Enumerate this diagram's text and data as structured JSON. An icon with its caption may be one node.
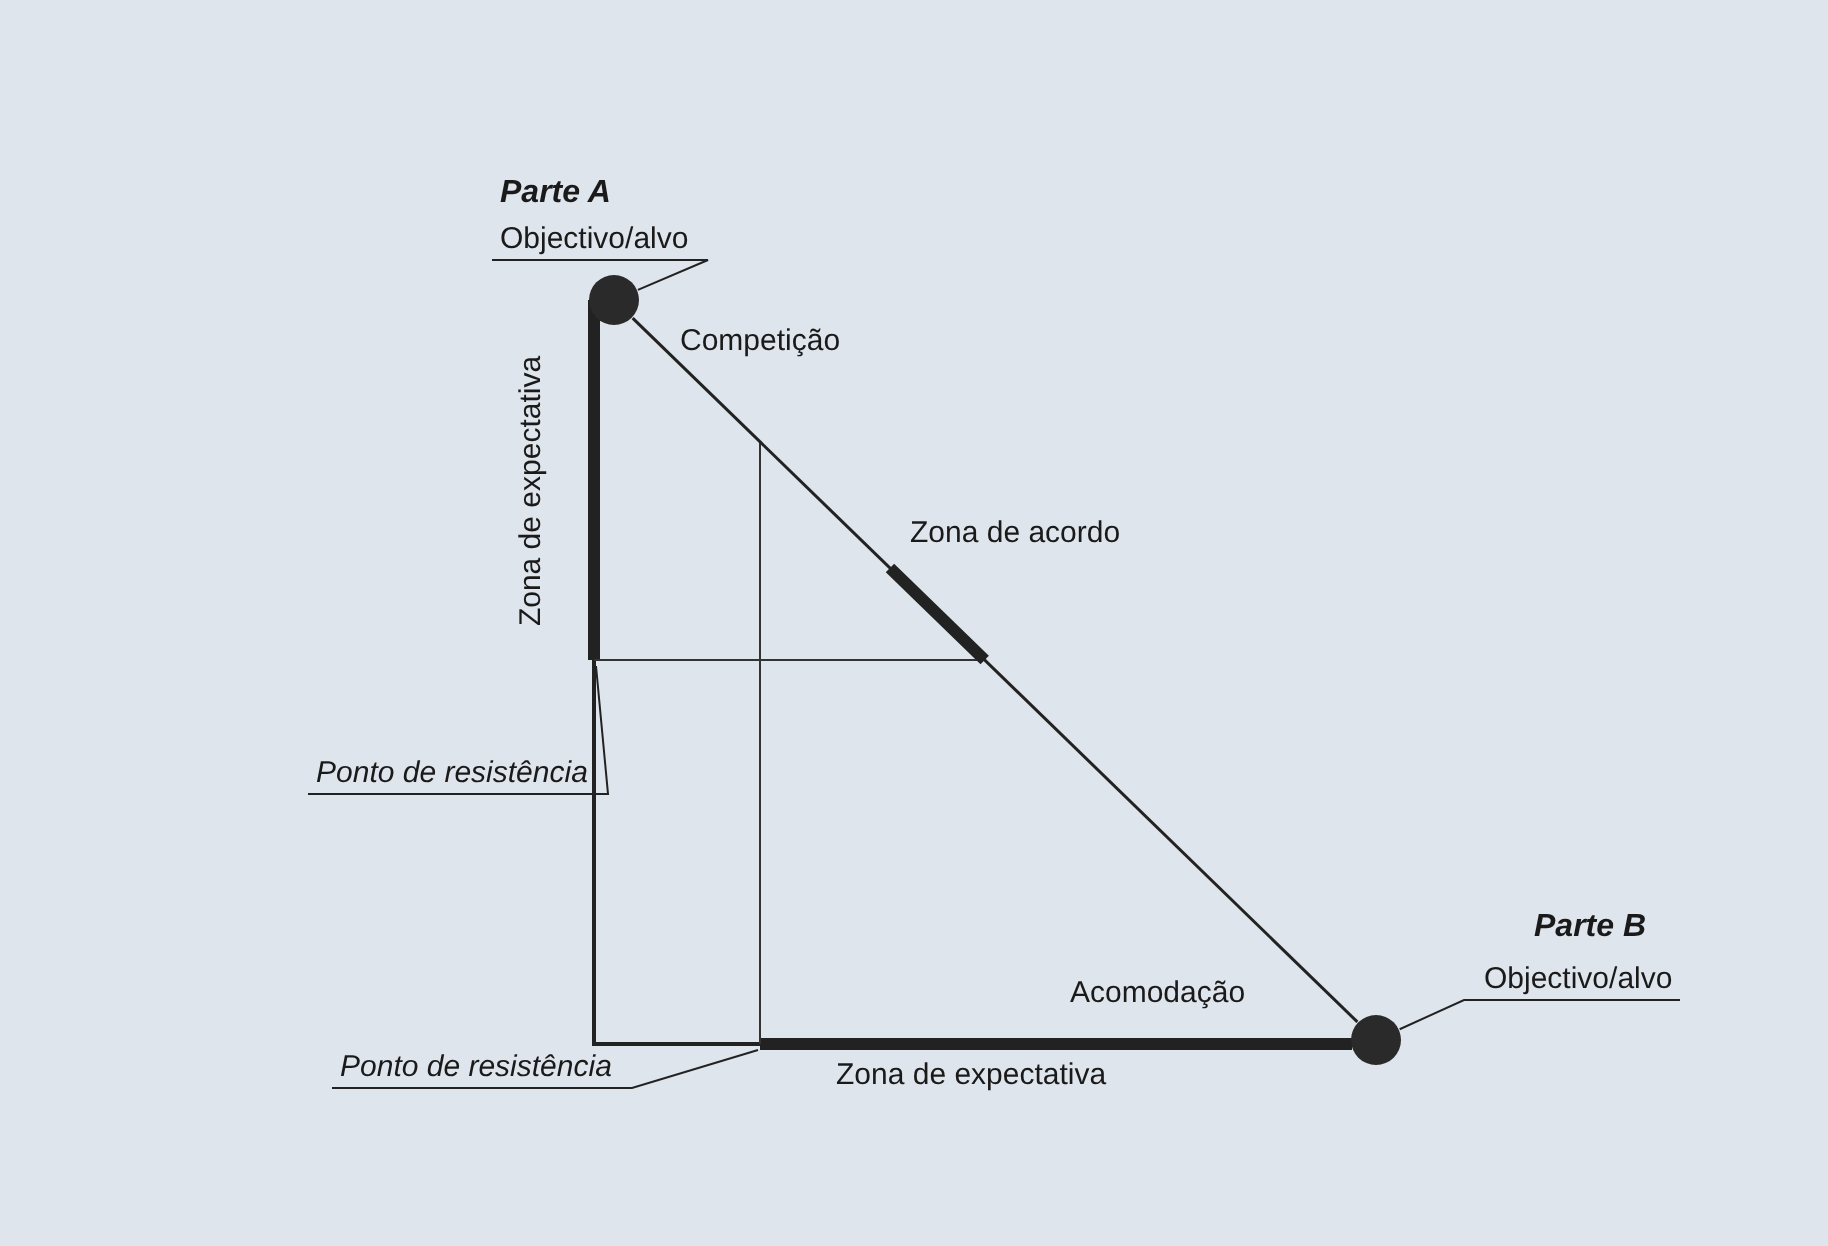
{
  "diagram": {
    "nodes": [
      {
        "text": [
          "Objectivo/alvo"
        ]
      },
      {
        "text": [],
        "shape": "circle"
      },
      {
        "text": [
          "Ponto de resistência"
        ]
      },
      {
        "text": [
          "Objectivo/alvo"
        ]
      },
      {
        "text": [],
        "shape": "circle"
      },
      {
        "text": [
          "Ponto de resistência"
        ]
      }
    ],
    "edges": [
      {
        "from": 0,
        "to": 1,
        "arrow": "none"
      },
      {
        "from": 1,
        "to": 4,
        "arrow": "none"
      },
      {
        "from": 2,
        "to": null,
        "arrow": "none"
      },
      {
        "from": 3,
        "to": 4,
        "arrow": "none"
      },
      {
        "from": 5,
        "to": null,
        "arrow": "none"
      }
    ],
    "labels": [
      "Parte A",
      "Competição",
      "Zona de expectativa",
      "Zona de acordo",
      "Parte B",
      "Acomodação",
      "Zona de expectativa"
    ]
  }
}
